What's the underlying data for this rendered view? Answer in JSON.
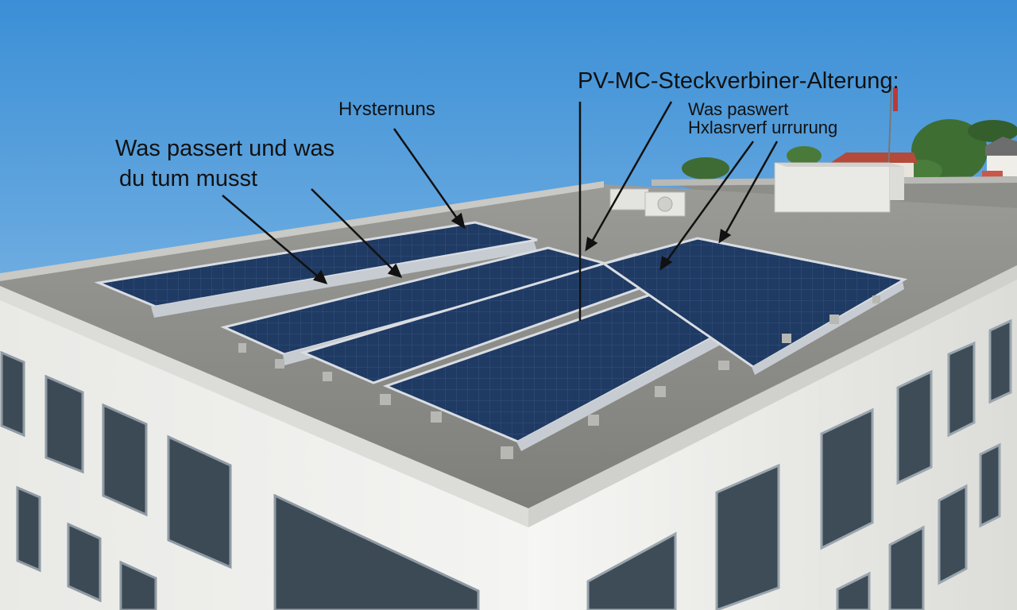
{
  "image": {
    "subject": "flat-roof building with rooftop solar panel arrays",
    "colors": {
      "sky_top": "#3b8fd6",
      "sky_bottom": "#a9cfee",
      "roof": "#8a8a86",
      "wall": "#f1f1ef",
      "panel": "#1f3a63",
      "panel_frame": "#d9dde2"
    }
  },
  "annotations": {
    "title": "PV-MC-Steckverbiner-Alterung:",
    "label_top": "Hʏsternuns",
    "label_left_line1": "Was passert und was",
    "label_left_line2": "du tum musst",
    "label_right_line1": "Was paswert",
    "label_right_line2": "Hxlasrverf urrurung"
  }
}
